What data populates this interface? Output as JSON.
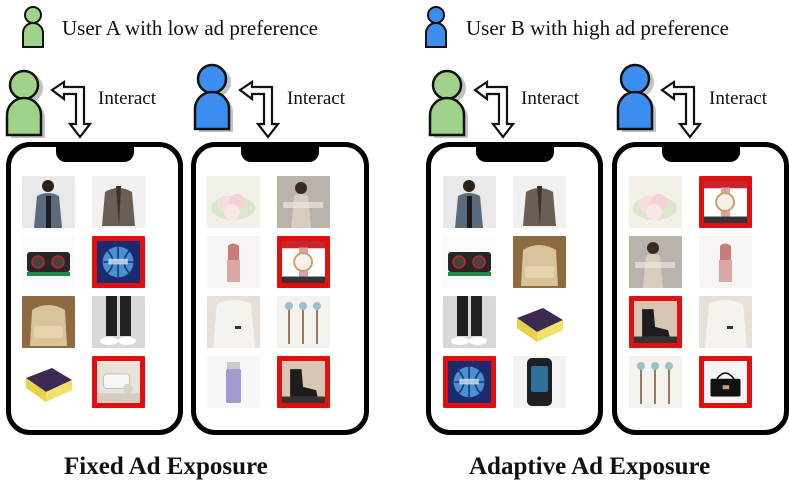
{
  "legend": {
    "user_a": "User A with low ad preference",
    "user_b": "User B with high ad preference",
    "user_a_color": "#9fd38c",
    "user_b_color": "#3b8df0"
  },
  "interact_label": "Interact",
  "captions": {
    "fixed": "Fixed Ad Exposure",
    "adaptive": "Adaptive Ad Exposure"
  },
  "ad_border_color": "#e10f0f",
  "phones": [
    {
      "name": "fixed-user-a-feed",
      "items": [
        {
          "item": "jacket-person",
          "ad": false
        },
        {
          "item": "fleece-jacket",
          "ad": false
        },
        {
          "item": "graphics-card",
          "ad": false
        },
        {
          "item": "basketball",
          "ad": true
        },
        {
          "item": "armchair",
          "ad": false
        },
        {
          "item": "jeans-sneakers",
          "ad": false
        },
        {
          "item": "snack-box",
          "ad": false
        },
        {
          "item": "kitchen-appliance",
          "ad": true
        }
      ]
    },
    {
      "name": "fixed-user-b-feed",
      "items": [
        {
          "item": "peaches",
          "ad": false
        },
        {
          "item": "fashion-model",
          "ad": false
        },
        {
          "item": "lipstick",
          "ad": false
        },
        {
          "item": "wristwatch",
          "ad": true
        },
        {
          "item": "white-jacket",
          "ad": false
        },
        {
          "item": "coat-rack",
          "ad": false
        },
        {
          "item": "toner-bottle",
          "ad": false
        },
        {
          "item": "ankle-boots",
          "ad": true
        }
      ]
    },
    {
      "name": "adaptive-user-a-feed",
      "items": [
        {
          "item": "jacket-person",
          "ad": false
        },
        {
          "item": "fleece-jacket",
          "ad": false
        },
        {
          "item": "graphics-card",
          "ad": false
        },
        {
          "item": "armchair",
          "ad": false
        },
        {
          "item": "jeans-sneakers",
          "ad": false
        },
        {
          "item": "snack-box",
          "ad": false
        },
        {
          "item": "basketball",
          "ad": true
        },
        {
          "item": "water-dispenser",
          "ad": false
        }
      ]
    },
    {
      "name": "adaptive-user-b-feed",
      "items": [
        {
          "item": "peaches",
          "ad": false
        },
        {
          "item": "wristwatch",
          "ad": true
        },
        {
          "item": "fashion-model",
          "ad": false
        },
        {
          "item": "lipstick",
          "ad": false
        },
        {
          "item": "ankle-boots",
          "ad": true
        },
        {
          "item": "white-jacket",
          "ad": false
        },
        {
          "item": "coat-rack",
          "ad": false
        },
        {
          "item": "handbag",
          "ad": true
        }
      ]
    }
  ]
}
